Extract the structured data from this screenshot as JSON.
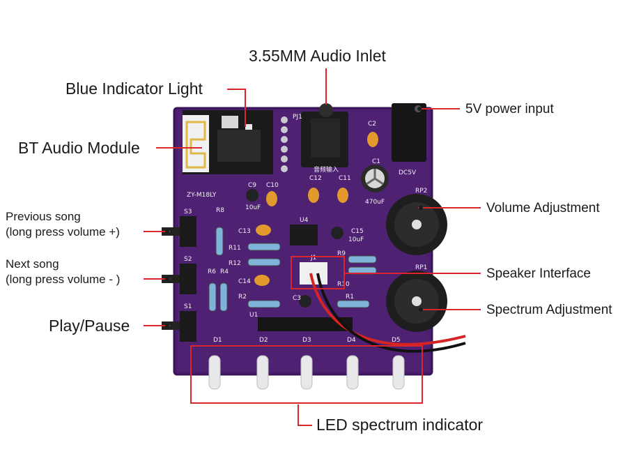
{
  "labels": {
    "audio_inlet": "3.55MM Audio Inlet",
    "blue_indicator": "Blue Indicator Light",
    "bt_module": "BT Audio Module",
    "power_input": "5V power input",
    "previous_song": "Previous song",
    "previous_song_hint": "(long press volume +)",
    "next_song": "Next song",
    "next_song_hint": "(long press volume - )",
    "play_pause": "Play/Pause",
    "volume_adjustment": "Volume Adjustment",
    "speaker_interface": "Speaker Interface",
    "spectrum_adjustment": "Spectrum Adjustment",
    "led_spectrum": "LED spectrum indicator"
  },
  "silkscreen": {
    "board_name": "ZY-M18LY",
    "audio_cn": "音频输入",
    "dc": "DC5V",
    "pj1": "PJ1",
    "s1": "S1",
    "s2": "S2",
    "s3": "S3",
    "r1": "R1",
    "r2": "R2",
    "r4": "R4",
    "r6": "R6",
    "r8": "R8",
    "r9": "R9",
    "r10": "R10",
    "r11": "R11",
    "r12": "R12",
    "c1": "C1",
    "c2": "C2",
    "c3": "C3",
    "c9": "C9",
    "c10": "C10",
    "c11": "C11",
    "c12": "C12",
    "c13": "C13",
    "c14": "C14",
    "c15": "C15",
    "c9_val": "10uF",
    "c15_val": "10uF",
    "c1_val": "470uF",
    "u1": "U1",
    "u4": "U4",
    "j1": "J1",
    "rp1": "RP1",
    "rp2": "RP2",
    "d1": "D1",
    "d2": "D2",
    "d3": "D3",
    "d4": "D4",
    "d5": "D5"
  },
  "colors": {
    "pcb": "#4a1f6e",
    "pcb_edge": "#3a1459",
    "callout": "#d9262c",
    "solder": "#c9c9cf",
    "capacitor": "#e39a2c",
    "resistor": "#7fb3d9"
  }
}
